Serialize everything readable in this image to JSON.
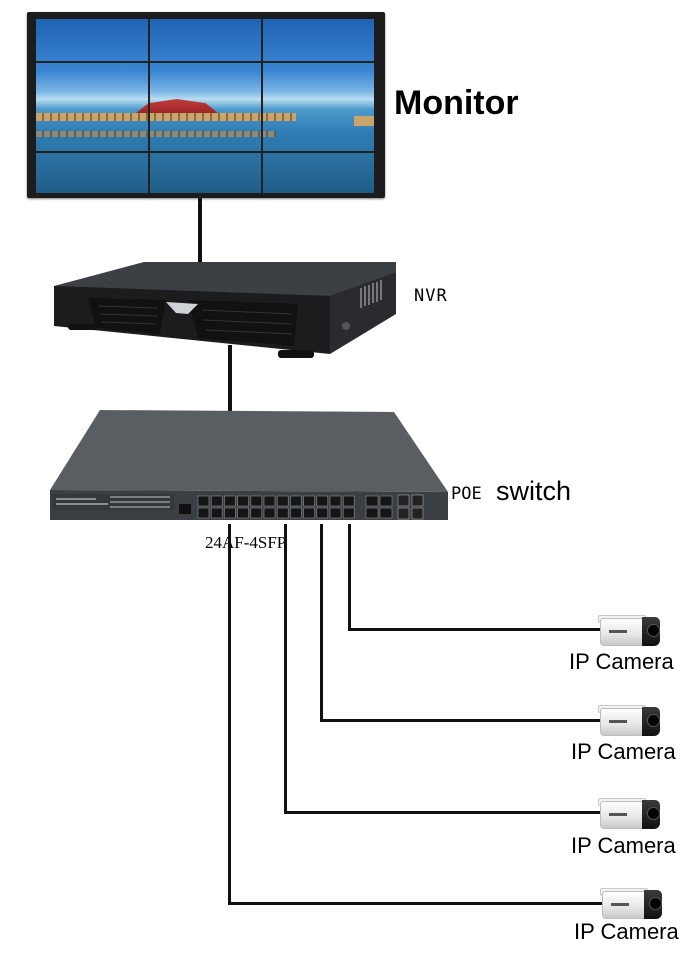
{
  "diagram": {
    "monitor_label": "Monitor",
    "nvr_label": "NVR",
    "switch_label_prefix": "POE",
    "switch_label": "switch",
    "switch_model": "24AF-4SFP",
    "cameras": [
      {
        "label": "IP Camera"
      },
      {
        "label": "IP Camera"
      },
      {
        "label": "IP Camera"
      },
      {
        "label": "IP Camera"
      }
    ]
  },
  "colors": {
    "cable": "#111111",
    "device_dark": "#2a2a2a",
    "switch_body": "#55585c"
  }
}
